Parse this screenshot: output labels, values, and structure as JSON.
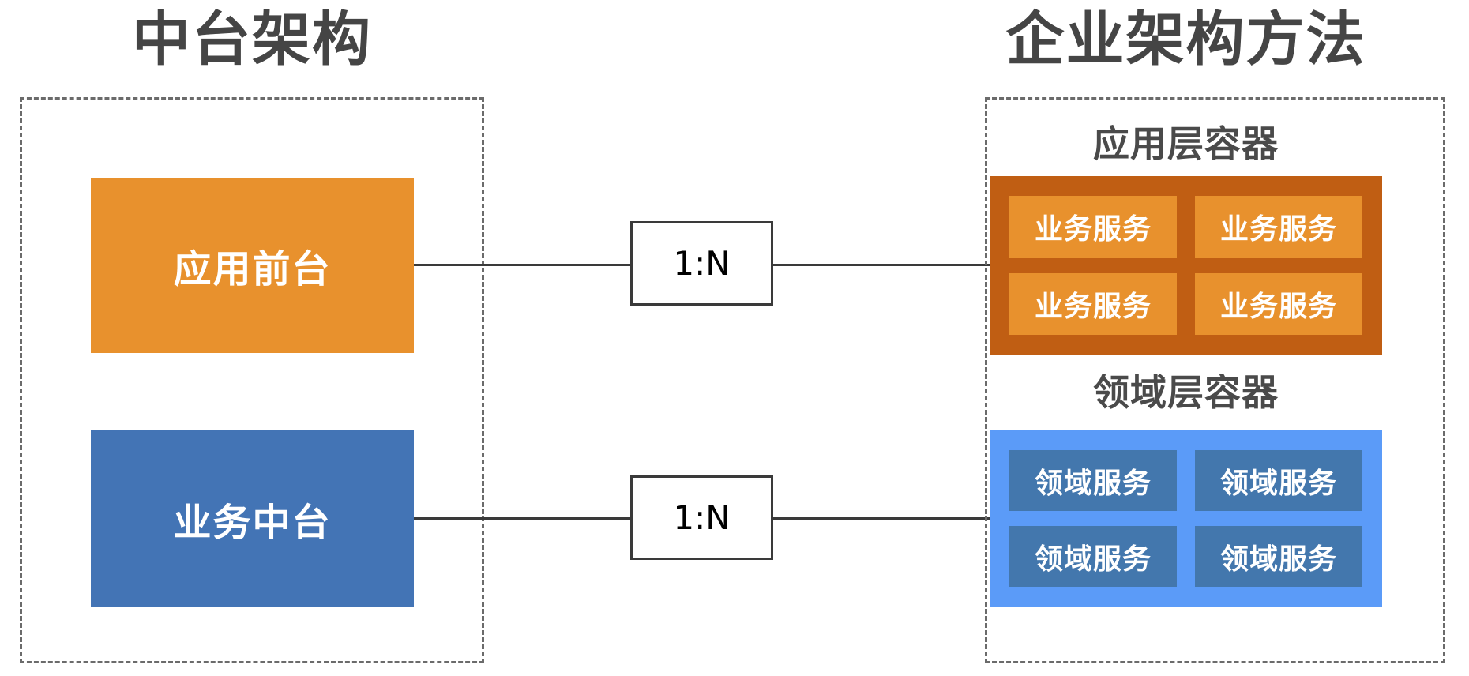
{
  "colors": {
    "title_text": "#454545",
    "label_text": "#4a4a4a",
    "node_text": "#ffffff",
    "front_node": "#e8912d",
    "middle_node": "#4374b5",
    "app_container": "#c05e13",
    "app_service": "#e8912d",
    "domain_container": "#5b9bf8",
    "domain_service": "#4377ad",
    "dashed_border": "#6b6b6b",
    "connector_line": "#3a3a3a"
  },
  "left_panel": {
    "title": "中台架构",
    "front_box": {
      "label": "应用前台"
    },
    "middle_box": {
      "label": "业务中台"
    }
  },
  "relations": {
    "top": {
      "label": "1:N"
    },
    "bottom": {
      "label": "1:N"
    }
  },
  "right_panel": {
    "title": "企业架构方法",
    "app_layer": {
      "label": "应用层容器",
      "services": [
        "业务服务",
        "业务服务",
        "业务服务",
        "业务服务"
      ]
    },
    "domain_layer": {
      "label": "领域层容器",
      "services": [
        "领域服务",
        "领域服务",
        "领域服务",
        "领域服务"
      ]
    }
  }
}
